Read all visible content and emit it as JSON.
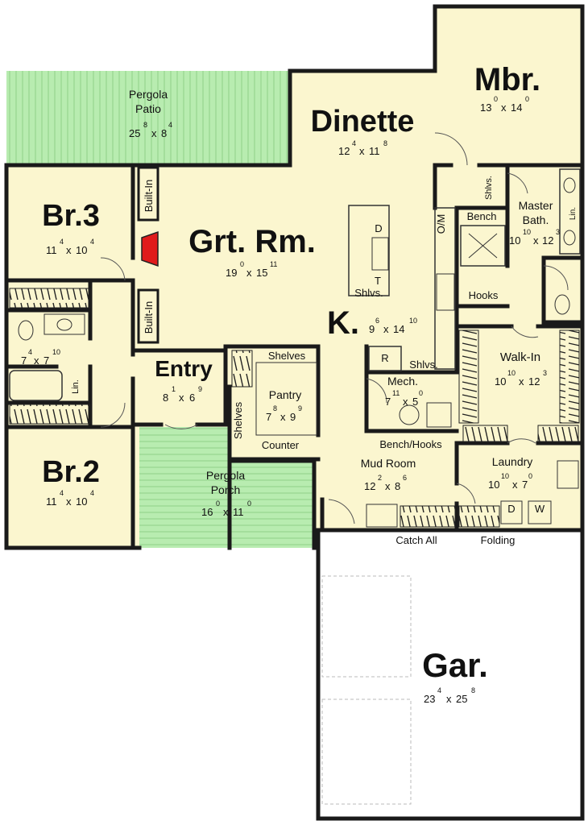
{
  "rooms": {
    "mbr": {
      "name": "Mbr.",
      "w": "13",
      "wi": "0",
      "h": "14",
      "hi": "0"
    },
    "dinette": {
      "name": "Dinette",
      "w": "12",
      "wi": "4",
      "h": "11",
      "hi": "8"
    },
    "pergola_patio": {
      "name1": "Pergola",
      "name2": "Patio",
      "w": "25",
      "wi": "8",
      "h": "8",
      "hi": "4"
    },
    "br3": {
      "name": "Br.3",
      "w": "11",
      "wi": "4",
      "h": "10",
      "hi": "4"
    },
    "grt_rm": {
      "name": "Grt. Rm.",
      "w": "19",
      "wi": "0",
      "h": "15",
      "hi": "11"
    },
    "master_bath": {
      "name1": "Master",
      "name2": "Bath.",
      "w": "10",
      "wi": "10",
      "h": "12",
      "hi": "3"
    },
    "kitchen": {
      "name": "K.",
      "w": "9",
      "wi": "6",
      "h": "14",
      "hi": "10"
    },
    "bath2": {
      "w": "7",
      "wi": "4",
      "h": "7",
      "hi": "10"
    },
    "entry": {
      "name": "Entry",
      "w": "8",
      "wi": "1",
      "h": "6",
      "hi": "9"
    },
    "pantry": {
      "name": "Pantry",
      "w": "7",
      "wi": "8",
      "h": "9",
      "hi": "9"
    },
    "mech": {
      "name": "Mech.",
      "w": "7",
      "wi": "11",
      "h": "5",
      "hi": "0"
    },
    "walkin": {
      "name": "Walk-In",
      "w": "10",
      "wi": "10",
      "h": "12",
      "hi": "3"
    },
    "br2": {
      "name": "Br.2",
      "w": "11",
      "wi": "4",
      "h": "10",
      "hi": "4"
    },
    "pergola_porch": {
      "name1": "Pergola",
      "name2": "Porch",
      "w": "16",
      "wi": "0",
      "h": "11",
      "hi": "0"
    },
    "mud_room": {
      "name": "Mud Room",
      "w": "12",
      "wi": "2",
      "h": "8",
      "hi": "6"
    },
    "laundry": {
      "name": "Laundry",
      "w": "10",
      "wi": "10",
      "h": "7",
      "hi": "0"
    },
    "garage": {
      "name": "Gar.",
      "w": "23",
      "wi": "4",
      "h": "25",
      "hi": "8"
    }
  },
  "labels": {
    "built_in_top": "Built-In",
    "built_in_bottom": "Built-In",
    "shlvs_mb": "Shlvs.",
    "bench_mb": "Bench",
    "lin_mb": "Lin.",
    "om": "O/M",
    "dw": "D",
    "trash": "T",
    "shlvs_island": "Shlvs.",
    "hooks": "Hooks",
    "shelves_pantry": "Shelves",
    "shelves_side": "Shelves",
    "counter": "Counter",
    "refrigerator": "R",
    "shlvs_k": "Shlvs.",
    "lin_bath": "Lin.",
    "bench_hooks": "Bench/Hooks",
    "dryer": "D",
    "washer": "W",
    "catch_all": "Catch All",
    "folding": "Folding",
    "times": "x"
  },
  "colors": {
    "floor": "#fbf6cf",
    "pergola": "#b8ecb0",
    "wall": "#1a1a1a",
    "fireplace": "#e01b1b"
  }
}
